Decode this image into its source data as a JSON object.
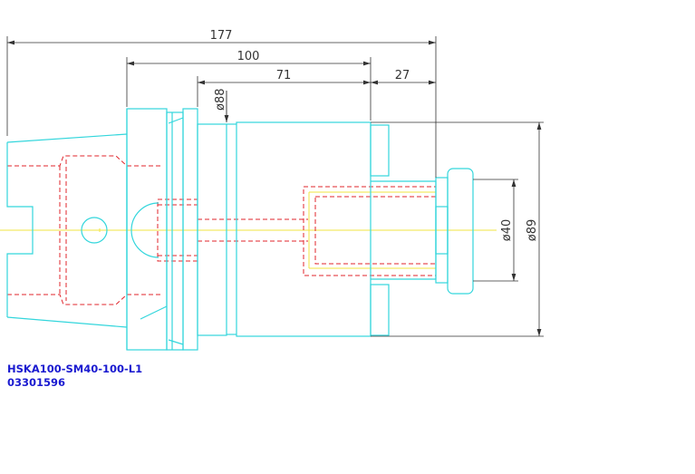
{
  "dimensions": {
    "overall_length": "177",
    "body_length": "100",
    "shank_length": "71",
    "nose_length": "27",
    "flange_diameter": "ø88",
    "bore_diameter": "ø40",
    "nose_diameter": "ø89"
  },
  "caption": {
    "part_number": "HSKA100-SM40-100-L1",
    "order_code": "03301596"
  },
  "colors": {
    "outline": "#33d6dc",
    "hidden": "#e0242b",
    "centerline": "#f2e640",
    "dimension": "#333333",
    "caption": "#1a1ad0"
  }
}
